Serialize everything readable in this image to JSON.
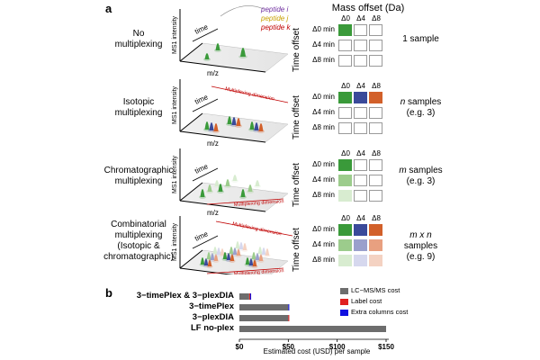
{
  "panel_a": {
    "letter": "a",
    "mass_offset_title": "Mass offset (Da)",
    "time_offset_label": "Time offset",
    "mass_headers": [
      "Δ0",
      "Δ4",
      "Δ8"
    ],
    "time_rows": [
      "Δ0 min",
      "Δ4 min",
      "Δ8 min"
    ],
    "axis_intensity": "MS1 intensity",
    "axis_mz": "m/z",
    "axis_time": "time",
    "multiplexing_dimension": "Multiplexing dimension",
    "peptide_labels": [
      {
        "text": "peptide i",
        "color": "#7030a0"
      },
      {
        "text": "peptide j",
        "color": "#c8a000"
      },
      {
        "text": "peptide k",
        "color": "#c00000"
      }
    ],
    "rows": [
      {
        "label": [
          "No",
          "multiplexing"
        ],
        "sample_lines": [
          "1 sample"
        ],
        "sample_italic": "",
        "grid": [
          [
            "#3a9a3a",
            "",
            ""
          ],
          [
            "",
            "",
            ""
          ],
          [
            "",
            "",
            ""
          ]
        ]
      },
      {
        "label": [
          "Isotopic",
          "multiplexing"
        ],
        "sample_lines": [
          "samples",
          "(e.g. 3)"
        ],
        "sample_italic": "n",
        "grid": [
          [
            "#3a9a3a",
            "#3a4a9a",
            "#d2602a"
          ],
          [
            "",
            "",
            ""
          ],
          [
            "",
            "",
            ""
          ]
        ]
      },
      {
        "label": [
          "Chromatographic",
          "multiplexing"
        ],
        "sample_lines": [
          "samples",
          "(e.g. 3)"
        ],
        "sample_italic": "m",
        "grid": [
          [
            "#3a9a3a",
            "",
            ""
          ],
          [
            "#9ccc8c",
            "",
            ""
          ],
          [
            "#d8ecd0",
            "",
            ""
          ]
        ]
      },
      {
        "label": [
          "Combinatorial",
          "multiplexing",
          "(Isotopic &",
          "chromatographic)"
        ],
        "sample_lines": [
          "samples",
          "(e.g. 9)"
        ],
        "sample_italic": "m x n",
        "grid": [
          [
            "#3a9a3a",
            "#3a4a9a",
            "#d2602a"
          ],
          [
            "#9ccc8c",
            "#9aa0cc",
            "#e8a080"
          ],
          [
            "#d8ecd0",
            "#d6d8ee",
            "#f4d2c2"
          ]
        ]
      }
    ]
  },
  "panel_b": {
    "letter": "b",
    "xlabel": "Estimated cost (USD) per sample",
    "x_ticks": [
      "$0",
      "$50",
      "$100",
      "$150"
    ],
    "legend": [
      {
        "label": "LC−MS/MS cost",
        "color": "#6d6d6d"
      },
      {
        "label": "Label cost",
        "color": "#e02020"
      },
      {
        "label": "Extra columns cost",
        "color": "#1010e0"
      }
    ]
  },
  "chart_data": {
    "type": "bar",
    "orientation": "horizontal",
    "stacked": true,
    "categories": [
      "3−timePlex & 3−plexDIA",
      "3−timePlex",
      "3−plexDIA",
      "LF no-plex"
    ],
    "series": [
      {
        "name": "LC−MS/MS cost",
        "color": "#6d6d6d",
        "values": [
          10,
          50,
          50,
          150
        ]
      },
      {
        "name": "Label cost",
        "color": "#e02020",
        "values": [
          1,
          0,
          1,
          0
        ]
      },
      {
        "name": "Extra columns cost",
        "color": "#1010e0",
        "values": [
          1,
          1,
          0,
          0
        ]
      }
    ],
    "xlabel": "Estimated cost (USD) per sample",
    "xlim": [
      0,
      150
    ],
    "x_ticks": [
      0,
      50,
      100,
      150
    ],
    "legend_position": "right"
  }
}
